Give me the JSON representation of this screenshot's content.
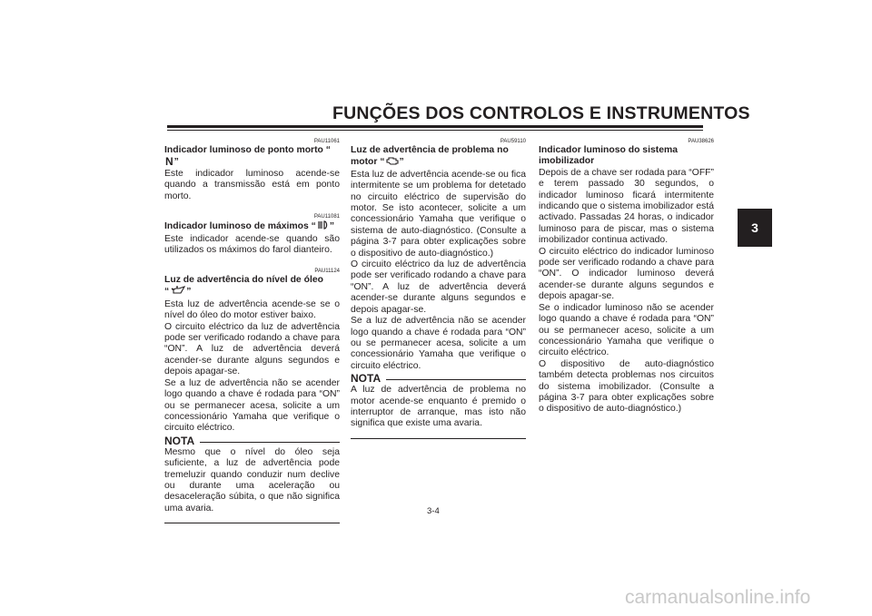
{
  "header": {
    "title": "FUNÇÕES DOS CONTROLOS E INSTRUMENTOS",
    "chapter_tab": "3"
  },
  "col1": {
    "s1": {
      "code": "PAU11061",
      "heading_a": "Indicador luminoso de ponto morto “",
      "heading_b": "”",
      "icon_text": "N",
      "body": "Este indicador luminoso acende-se quando a transmissão está em ponto morto."
    },
    "s2": {
      "code": "PAU11081",
      "heading_a": "Indicador luminoso de máximos “",
      "heading_b": "”",
      "body": "Este indicador acende-se quando são utilizados os máximos do farol dianteiro."
    },
    "s3": {
      "code": "PAU11124",
      "heading_line1": "Luz de advertência do nível de óleo",
      "heading_a": "“",
      "heading_b": "”",
      "p1": "Esta luz de advertência acende-se se o nível do óleo do motor estiver baixo.",
      "p2": "O circuito eléctrico da luz de advertência pode ser verificado rodando a chave para “ON”. A luz de advertência deverá acender-se durante alguns segundos e depois apagar-se.",
      "p3": "Se a luz de advertência não se acender logo quando a chave é rodada para “ON” ou se permanecer acesa, solicite a um concessionário Yamaha que verifique o circuito eléctrico."
    },
    "nota": {
      "label": "NOTA",
      "body": "Mesmo que o nível do óleo seja suficiente, a luz de advertência pode tremeluzir quando conduzir num declive ou durante uma aceleração ou desaceleração súbita, o que não significa uma avaria."
    }
  },
  "col2": {
    "code": "PAU59110",
    "heading_line1": "Luz de advertência de problema no",
    "heading_a": "motor “",
    "heading_b": "”",
    "p1": "Esta luz de advertência acende-se ou fica intermitente se um problema for detetado no circuito eléctrico de supervisão do motor. Se isto acontecer, solicite a um concessionário Yamaha que verifique o sistema de auto-diagnóstico. (Consulte a página 3-7 para obter explicações sobre o dispositivo de auto-diagnóstico.)",
    "p2": "O circuito eléctrico da luz de advertência pode ser verificado rodando a chave para “ON”. A luz de advertência deverá acender-se durante alguns segundos e depois apagar-se.",
    "p3": "Se a luz de advertência não se acender logo quando a chave é rodada para “ON” ou se permanecer acesa, solicite a um concessionário Yamaha que verifique o circuito eléctrico.",
    "nota": {
      "label": "NOTA",
      "body": "A luz de advertência de problema no motor acende-se enquanto é premido o interruptor de arranque, mas isto não significa que existe uma avaria."
    }
  },
  "col3": {
    "code": "PAU38626",
    "heading": "Indicador luminoso do sistema imobilizador",
    "p1": "Depois de a chave ser rodada para “OFF” e terem passado 30 segundos, o indicador luminoso ficará intermitente indicando que o sistema imobilizador está activado. Passadas 24 horas, o indicador luminoso para de piscar, mas o sistema imobilizador continua activado.",
    "p2": "O circuito eléctrico do indicador luminoso pode ser verificado rodando a chave para “ON”. O indicador luminoso deverá acender-se durante alguns segundos e depois apagar-se.",
    "p3": "Se o indicador luminoso não se acender logo quando a chave é rodada para “ON” ou se permanecer aceso, solicite a um concessionário Yamaha que verifique o circuito eléctrico.",
    "p4": "O dispositivo de auto-diagnóstico também detecta problemas nos circuitos do sistema imobilizador. (Consulte a página 3-7 para obter explicações sobre o dispositivo de auto-diagnóstico.)"
  },
  "footer": {
    "page_number": "3-4",
    "watermark": "carmanualsonline.info"
  },
  "icons": {
    "neutral": "neutral-indicator-icon",
    "high_beam": "high-beam-icon",
    "oil": "oil-can-icon",
    "engine": "engine-check-icon"
  }
}
